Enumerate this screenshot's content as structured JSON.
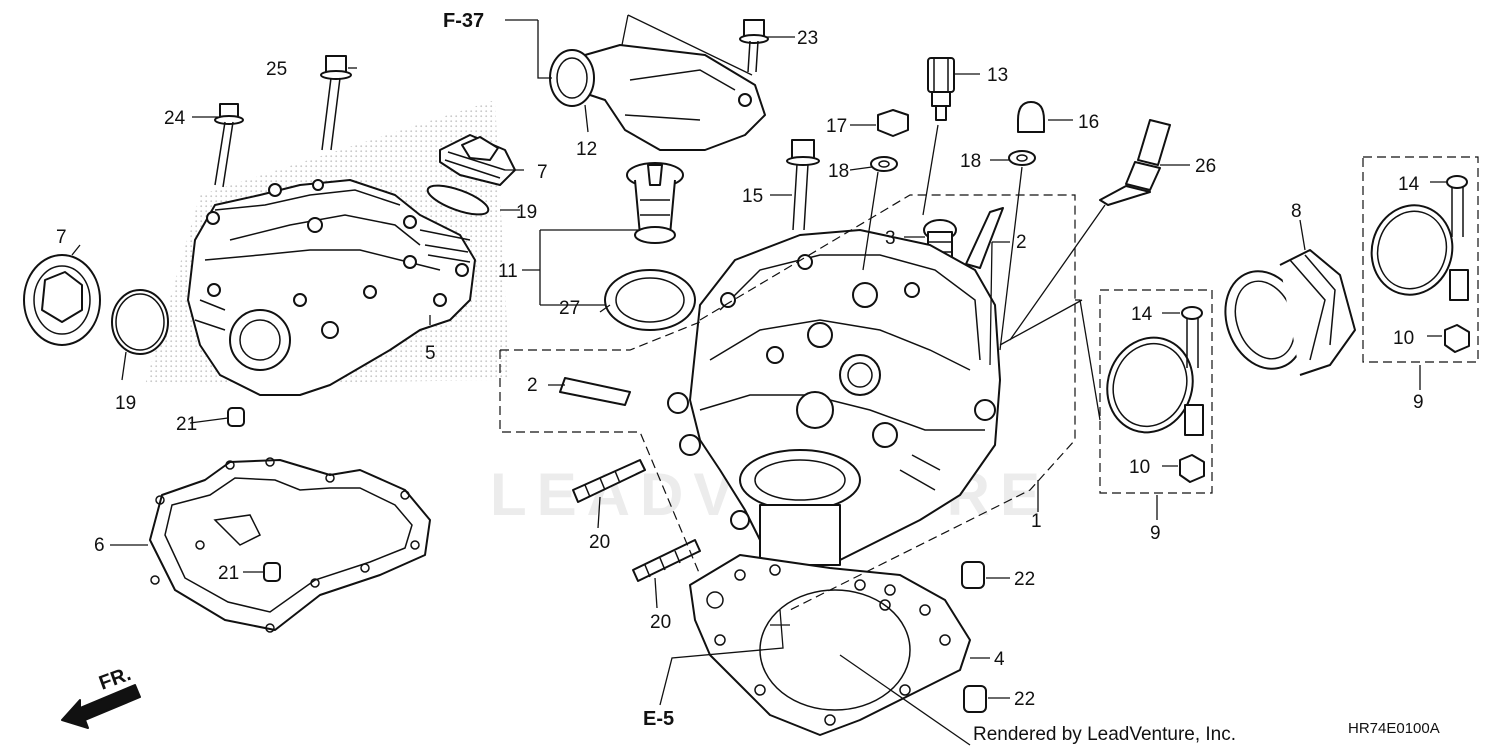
{
  "watermark": "LEADVENTURE",
  "labels": {
    "p1": "1",
    "p2a": "2",
    "p2b": "2",
    "p3": "3",
    "p4": "4",
    "p5": "5",
    "p6": "6",
    "p7a": "7",
    "p7b": "7",
    "p8": "8",
    "p9a": "9",
    "p9b": "9",
    "p10a": "10",
    "p10b": "10",
    "p11": "11",
    "p12": "12",
    "p13": "13",
    "p14a": "14",
    "p14b": "14",
    "p15": "15",
    "p16": "16",
    "p17": "17",
    "p18a": "18",
    "p18b": "18",
    "p19a": "19",
    "p19b": "19",
    "p20a": "20",
    "p20b": "20",
    "p21a": "21",
    "p21b": "21",
    "p22a": "22",
    "p22b": "22",
    "p23": "23",
    "p24": "24",
    "p25": "25",
    "p26": "26",
    "p27": "27"
  },
  "refs": {
    "f37": "F-37",
    "e5": "E-5"
  },
  "front_marker": "FR.",
  "footer": {
    "rendered_by": "Rendered by LeadVenture, Inc.",
    "diagram_code": "HR74E0100A"
  }
}
